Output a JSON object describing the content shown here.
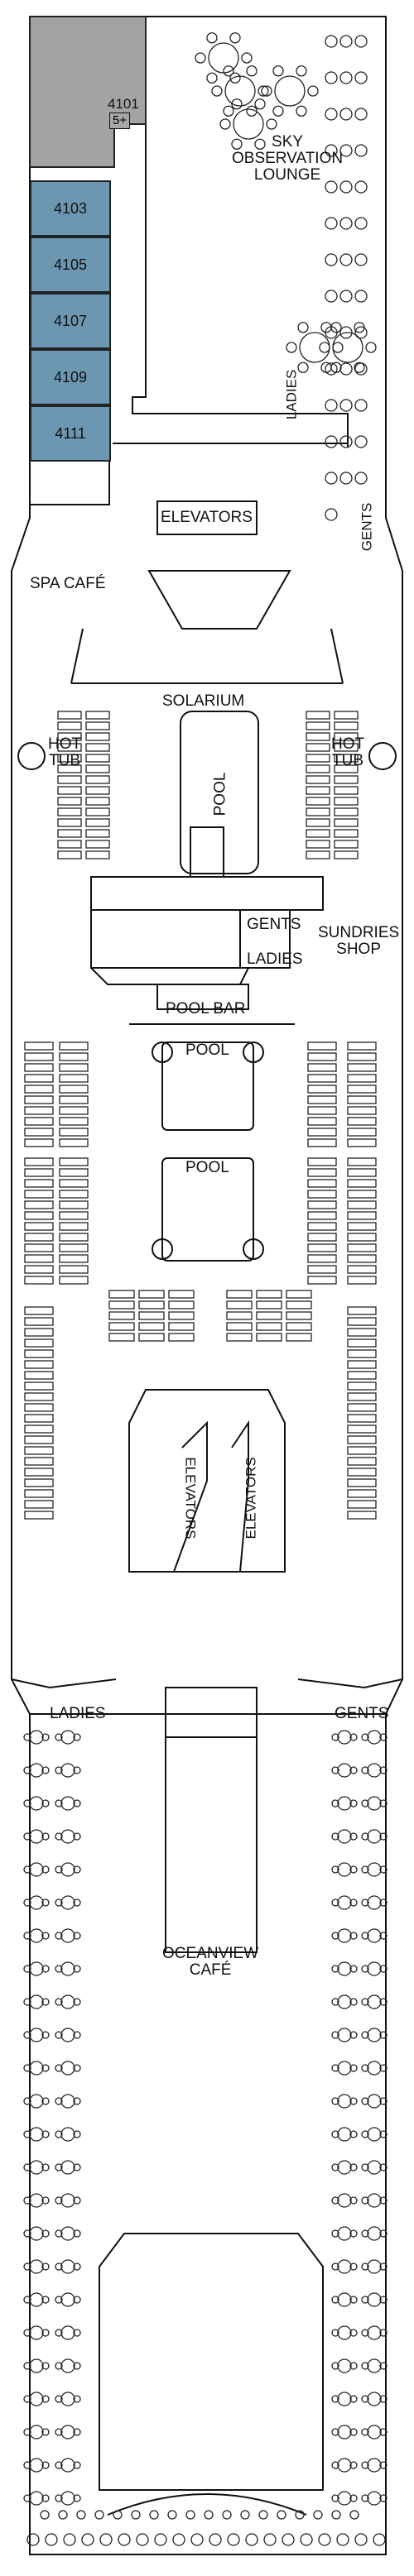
{
  "suite": {
    "number": "4101",
    "badge": "5+",
    "color": "#a3a3a3"
  },
  "cabins": [
    {
      "number": "4103"
    },
    {
      "number": "4105"
    },
    {
      "number": "4107"
    },
    {
      "number": "4109"
    },
    {
      "number": "4111"
    }
  ],
  "cabin_color": "#6b97b3",
  "labels": {
    "sky_observation_lounge": "SKY\nOBSERVATION\nLOUNGE",
    "ladies_top": "LADIES",
    "elevators_top": "ELEVATORS",
    "gents_top": "GENTS",
    "spa_cafe": "SPA CAFÉ",
    "solarium": "SOLARIUM",
    "pool_solarium": "POOL",
    "hot_tub_left": "HOT\nTUB",
    "hot_tub_right": "HOT\nTUB",
    "gents_mid": "GENTS",
    "ladies_mid": "LADIES",
    "sundries_shop": "SUNDRIES\nSHOP",
    "pool_bar": "POOL BAR",
    "pool_1": "POOL",
    "pool_2": "POOL",
    "elevators_left": "ELEVATORS",
    "elevators_right": "ELEVATORS",
    "ladies_bottom": "LADIES",
    "gents_bottom": "GENTS",
    "oceanview_cafe": "OCEANVIEW\nCAFÉ"
  }
}
